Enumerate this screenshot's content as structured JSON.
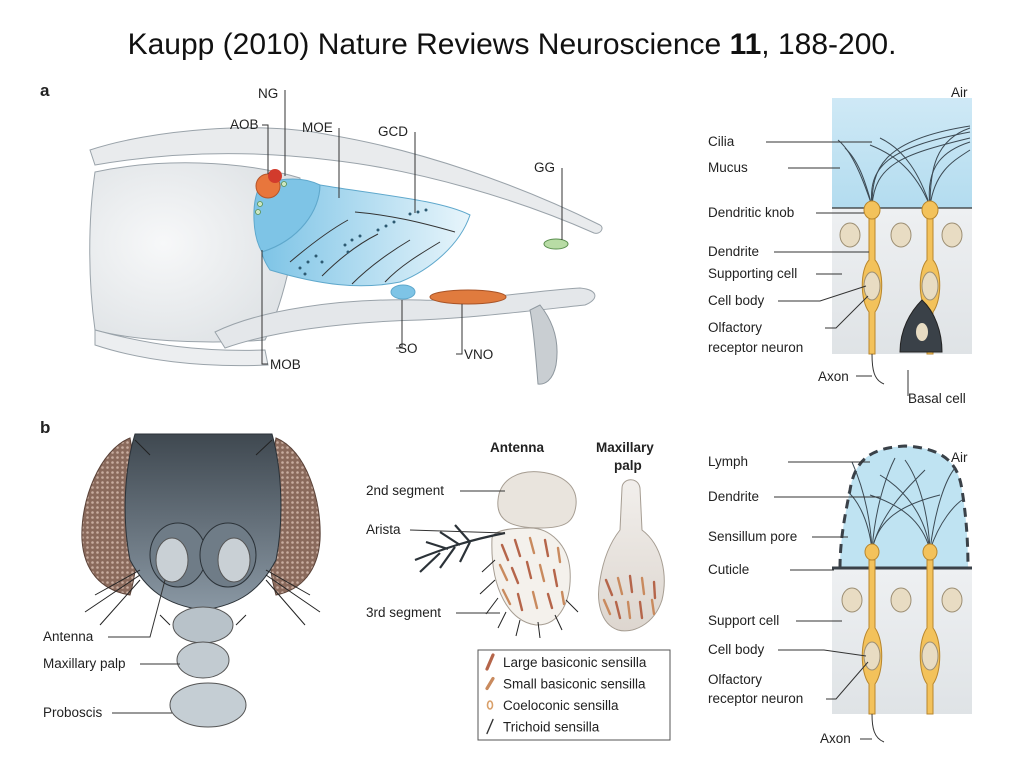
{
  "title": {
    "prefix": "Kaupp (2010) Nature Reviews Neuroscience ",
    "volume": "11",
    "suffix": ", 188-200."
  },
  "panel_a": {
    "letter": "a",
    "mouse_labels": {
      "ng": "NG",
      "aob": "AOB",
      "moe": "MOE",
      "gcd": "GCD",
      "gg": "GG",
      "mob": "MOB",
      "so": "SO",
      "vno": "VNO"
    },
    "epithelium_labels": {
      "air": "Air",
      "cilia": "Cilia",
      "mucus": "Mucus",
      "dendritic_knob": "Dendritic knob",
      "dendrite": "Dendrite",
      "supporting_cell": "Supporting cell",
      "cell_body": "Cell body",
      "orn_line1": "Olfactory",
      "orn_line2": "receptor neuron",
      "axon": "Axon",
      "basal_cell": "Basal cell"
    }
  },
  "panel_b": {
    "letter": "b",
    "fly_labels": {
      "antenna": "Antenna",
      "maxillary_palp": "Maxillary palp",
      "proboscis": "Proboscis"
    },
    "antenna_labels": {
      "antenna_title": "Antenna",
      "palp_title_line1": "Maxillary",
      "palp_title_line2": "palp",
      "segment2": "2nd segment",
      "arista": "Arista",
      "segment3": "3rd segment"
    },
    "legend": [
      {
        "label": "Large basiconic sensilla",
        "color": "#b5654a"
      },
      {
        "label": "Small basiconic sensilla",
        "color": "#c98a5e"
      },
      {
        "label": "Coeloconic sensilla",
        "color": "#d9a06a"
      },
      {
        "label": "Trichoid sensilla",
        "color": "#333333"
      }
    ],
    "sensillum_labels": {
      "air": "Air",
      "lymph": "Lymph",
      "dendrite": "Dendrite",
      "sensillum_pore": "Sensillum pore",
      "cuticle": "Cuticle",
      "support_cell": "Support cell",
      "cell_body": "Cell body",
      "orn_line1": "Olfactory",
      "orn_line2": "receptor neuron",
      "axon": "Axon"
    }
  },
  "colors": {
    "epithelium_blue": "#bfe3f2",
    "neuron_yellow": "#f3c25b",
    "tissue_grey": "#e4e7ea",
    "vno_orange": "#e07b3e",
    "eye_brown": "#8a6a5c",
    "fly_grey": "#5c6770"
  }
}
